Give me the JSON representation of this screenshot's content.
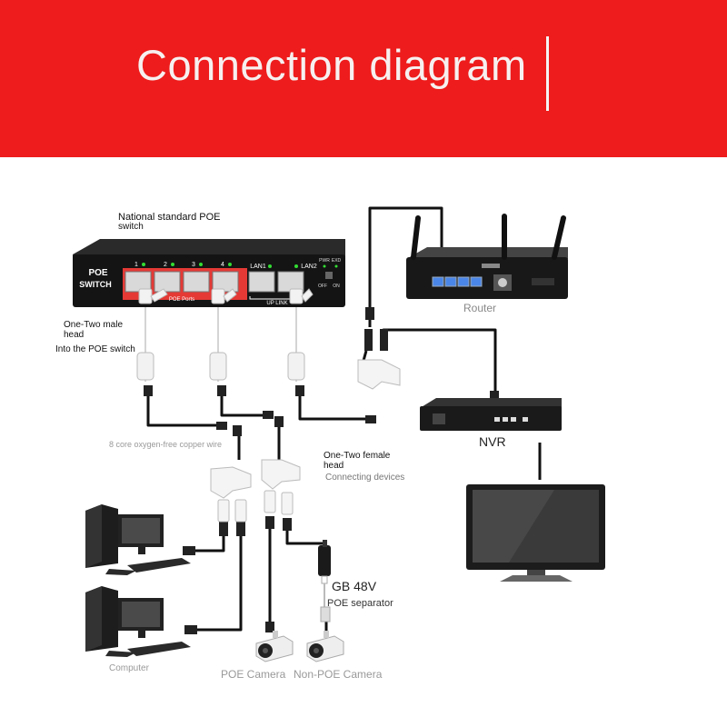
{
  "header": {
    "title": "Connection diagram"
  },
  "switch": {
    "panel_title": "POE",
    "panel_subtitle": "SWITCH",
    "port_numbers": [
      "1",
      "2",
      "3",
      "4"
    ],
    "poe_ports_label": "POE Ports",
    "lan1_label": "LAN1",
    "lan2_label": "LAN2",
    "uplink_label": "UP LINK",
    "pwr_label": "PWR",
    "exd_label": "EXD",
    "off_label": "OFF",
    "on_label": "ON"
  },
  "labels": {
    "switch_name": "National standard POE",
    "switch_name_2": "switch",
    "male_head": "One-Two male",
    "male_head_2": "head",
    "into_switch": "Into the POE switch",
    "copper_wire": "8 core oxygen-free copper wire",
    "female_head": "One-Two female",
    "female_head_2": "head",
    "connecting_devices": "Connecting devices",
    "router": "Router",
    "nvr": "NVR",
    "gb48v": "GB 48V",
    "poe_separator": "POE separator",
    "computer": "Computer",
    "poe_camera": "POE Camera",
    "non_poe_camera": "Non-POE Camera"
  },
  "colors": {
    "banner": "#ee1c1c",
    "port_highlight": "#e53935",
    "led_green": "#33dd33"
  },
  "icons": [
    "poe-switch",
    "router",
    "nvr",
    "monitor",
    "desktop-computer",
    "bullet-camera",
    "poe-separator",
    "rj45-splitter"
  ]
}
